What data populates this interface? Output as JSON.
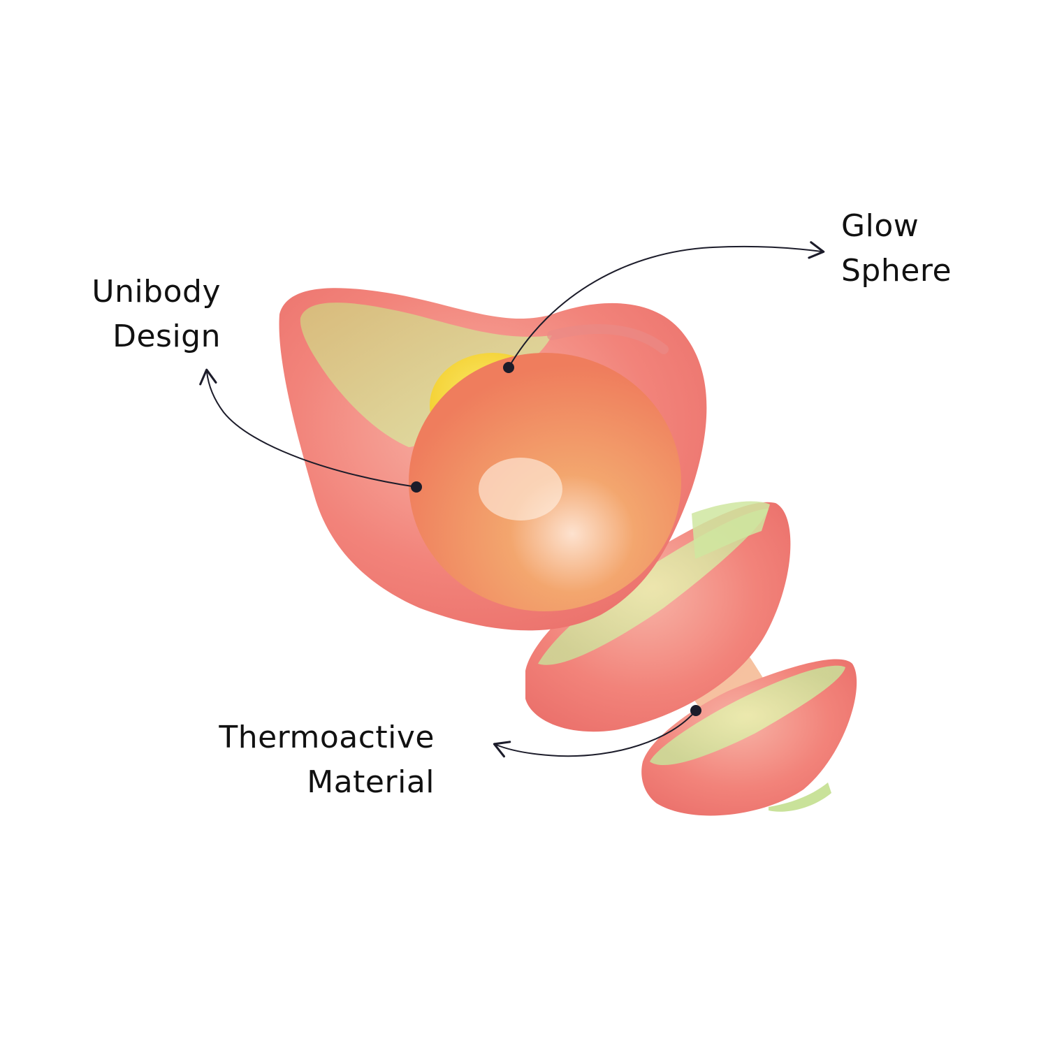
{
  "callouts": {
    "unibody": {
      "line1": "Unibody",
      "line2": "Design"
    },
    "glow": {
      "line1": "Glow",
      "line2": "Sphere"
    },
    "thermo": {
      "line1": "Thermoactive",
      "line2": "Material"
    }
  },
  "colors": {
    "shell": "#f2837a",
    "shell_light": "#f7b3a6",
    "inner_green": "#d8e0a0",
    "sphere": "#f0a060",
    "glow_core": "#f7e03a",
    "line": "#1c1c2a"
  }
}
